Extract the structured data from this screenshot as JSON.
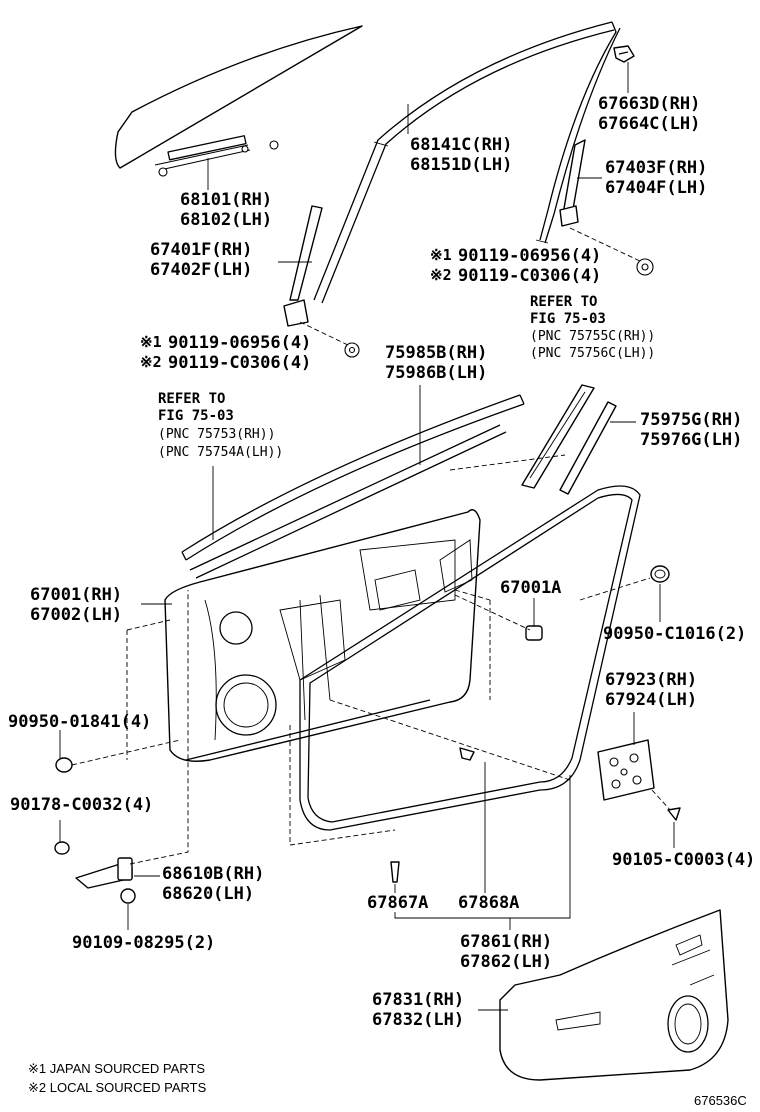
{
  "parts": {
    "window_glass": [
      "68101(RH)",
      "68102(LH)"
    ],
    "glass_run": [
      "68141C(RH)",
      "68151D(LH)"
    ],
    "cover_clip": [
      "67663D(RH)",
      "67664C(LH)"
    ],
    "rear_channel": [
      "67403F(RH)",
      "67404F(LH)"
    ],
    "front_channel": [
      "67401F(RH)",
      "67402F(LH)"
    ],
    "bolt_rear_jp": "90119-06956(4)",
    "bolt_rear_local": "90119-C0306(4)",
    "bolt_front_jp": "90119-06956(4)",
    "bolt_front_local": "90119-C0306(4)",
    "outer_weatherstrip": [
      "75985B(RH)",
      "75986B(LH)"
    ],
    "inner_weatherstrip": [
      "75975G(RH)",
      "75976G(LH)"
    ],
    "door_panel": [
      "67001(RH)",
      "67002(LH)"
    ],
    "service_hole_cover": "67001A",
    "hole_plug_right": "90950-C1016(2)",
    "hole_plug_left": "90950-01841(4)",
    "hinge_bolt": "90178-C0032(4)",
    "door_check": [
      "68610B(RH)",
      "68620(LH)"
    ],
    "check_bolt": "90109-08295(2)",
    "name_plate": [
      "67923(RH)",
      "67924(LH)"
    ],
    "screw": "90105-C0003(4)",
    "clip_a": "67867A",
    "clip_b": "67868A",
    "door_weatherstrip": [
      "67861(RH)",
      "67862(LH)"
    ],
    "trim_board": [
      "67831(RH)",
      "67832(LH)"
    ]
  },
  "refs": {
    "left": {
      "line1": "REFER TO",
      "line2": "FIG 75-03",
      "pnc1": "(PNC 75753(RH))",
      "pnc2": "(PNC 75754A(LH))"
    },
    "right": {
      "line1": "REFER TO",
      "line2": "FIG 75-03",
      "pnc1": "(PNC 75755C(RH))",
      "pnc2": "(PNC 75756C(LH))"
    }
  },
  "marks": {
    "m1": "※1",
    "m2": "※2"
  },
  "legend": {
    "item1": "※1 JAPAN SOURCED PARTS",
    "item2": "※2 LOCAL SOURCED PARTS"
  },
  "figure_id": "676536C"
}
